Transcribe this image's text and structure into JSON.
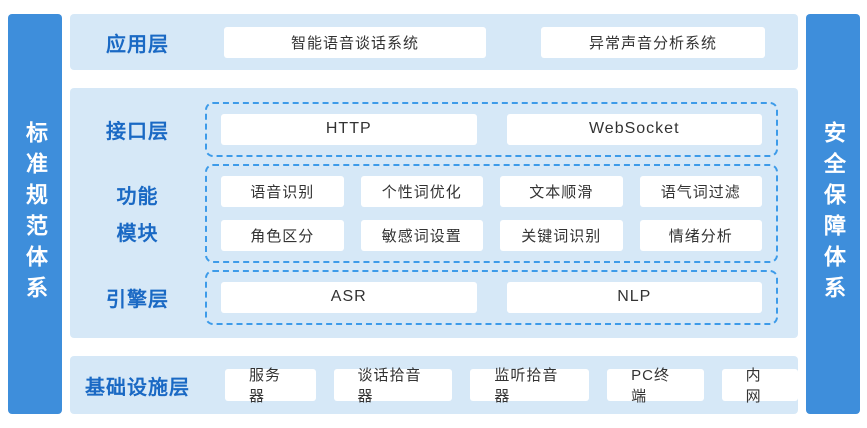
{
  "colors": {
    "side_bar": "#3e8edb",
    "band_bg": "#d6e8f7",
    "label_text": "#1a69c4",
    "dashed_border": "#3d9be9",
    "box_bg": "#ffffff",
    "box_text": "#333333"
  },
  "left_bar": {
    "label": "标准规范体系"
  },
  "right_bar": {
    "label": "安全保障体系"
  },
  "application_layer": {
    "label": "应用层",
    "items": [
      "智能语音谈话系统",
      "异常声音分析系统"
    ]
  },
  "middle": {
    "interface_layer": {
      "label": "接口层",
      "items": [
        "HTTP",
        "WebSocket"
      ]
    },
    "function_modules": {
      "label_line1": "功能",
      "label_line2": "模块",
      "rows": [
        [
          "语音识别",
          "个性词优化",
          "文本顺滑",
          "语气词过滤"
        ],
        [
          "角色区分",
          "敏感词设置",
          "关键词识别",
          "情绪分析"
        ]
      ]
    },
    "engine_layer": {
      "label": "引擎层",
      "items": [
        "ASR",
        "NLP"
      ]
    }
  },
  "infrastructure_layer": {
    "label": "基础设施层",
    "items": [
      "服务器",
      "谈话拾音器",
      "监听拾音器",
      "PC终端",
      "内网"
    ]
  }
}
